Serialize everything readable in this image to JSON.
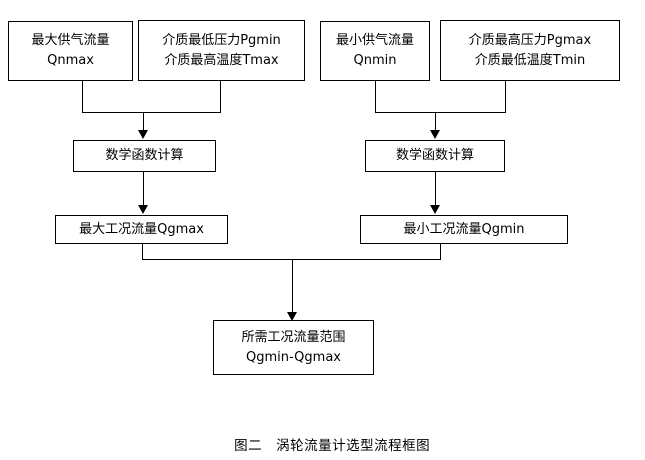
{
  "diagram": {
    "title_caption": "图二　涡轮流量计选型流程框图",
    "nodes": {
      "max_supply_flow": {
        "line1": "最大供气流量",
        "line2": "Qnmax"
      },
      "min_pressure_max_temp": {
        "line1": "介质最低压力Pgmin",
        "line2": "介质最高温度Tmax"
      },
      "min_supply_flow": {
        "line1": "最小供气流量",
        "line2": "Qnmin"
      },
      "max_pressure_min_temp": {
        "line1": "介质最高压力Pgmax",
        "line2": "介质最低温度Tmin"
      },
      "math_function_left": {
        "line1": "数学函数计算"
      },
      "math_function_right": {
        "line1": "数学函数计算"
      },
      "max_working_flow": {
        "line1": "最大工况流量Qgmax"
      },
      "min_working_flow": {
        "line1": "最小工况流量Qgmin"
      },
      "required_flow_range": {
        "line1": "所需工况流量范围",
        "line2": "Qgmin-Qgmax"
      }
    },
    "colors": {
      "stroke": "#000000",
      "background": "#ffffff",
      "text": "#000000"
    }
  },
  "chart_data": {
    "type": "diagram",
    "subtype": "flowchart",
    "title": "图二　涡轮流量计选型流程框图",
    "nodes": [
      {
        "id": "max_supply_flow",
        "label": "最大供气流量 Qnmax",
        "row": 1,
        "column": 1
      },
      {
        "id": "min_pressure_max_temp",
        "label": "介质最低压力Pgmin 介质最高温度Tmax",
        "row": 1,
        "column": 2
      },
      {
        "id": "min_supply_flow",
        "label": "最小供气流量 Qnmin",
        "row": 1,
        "column": 3
      },
      {
        "id": "max_pressure_min_temp",
        "label": "介质最高压力Pgmax 介质最低温度Tmin",
        "row": 1,
        "column": 4
      },
      {
        "id": "math_function_left",
        "label": "数学函数计算",
        "row": 2,
        "column": 1
      },
      {
        "id": "math_function_right",
        "label": "数学函数计算",
        "row": 2,
        "column": 2
      },
      {
        "id": "max_working_flow",
        "label": "最大工况流量Qgmax",
        "row": 3,
        "column": 1
      },
      {
        "id": "min_working_flow",
        "label": "最小工况流量Qgmin",
        "row": 3,
        "column": 2
      },
      {
        "id": "required_flow_range",
        "label": "所需工况流量范围 Qgmin-Qgmax",
        "row": 4,
        "column": 1
      }
    ],
    "edges": [
      {
        "from": "max_supply_flow",
        "to": "math_function_left",
        "arrow": true
      },
      {
        "from": "min_pressure_max_temp",
        "to": "math_function_left",
        "arrow": true
      },
      {
        "from": "min_supply_flow",
        "to": "math_function_right",
        "arrow": true
      },
      {
        "from": "max_pressure_min_temp",
        "to": "math_function_right",
        "arrow": true
      },
      {
        "from": "math_function_left",
        "to": "max_working_flow",
        "arrow": true
      },
      {
        "from": "math_function_right",
        "to": "min_working_flow",
        "arrow": true
      },
      {
        "from": "max_working_flow",
        "to": "required_flow_range",
        "arrow": true
      },
      {
        "from": "min_working_flow",
        "to": "required_flow_range",
        "arrow": true
      }
    ]
  }
}
